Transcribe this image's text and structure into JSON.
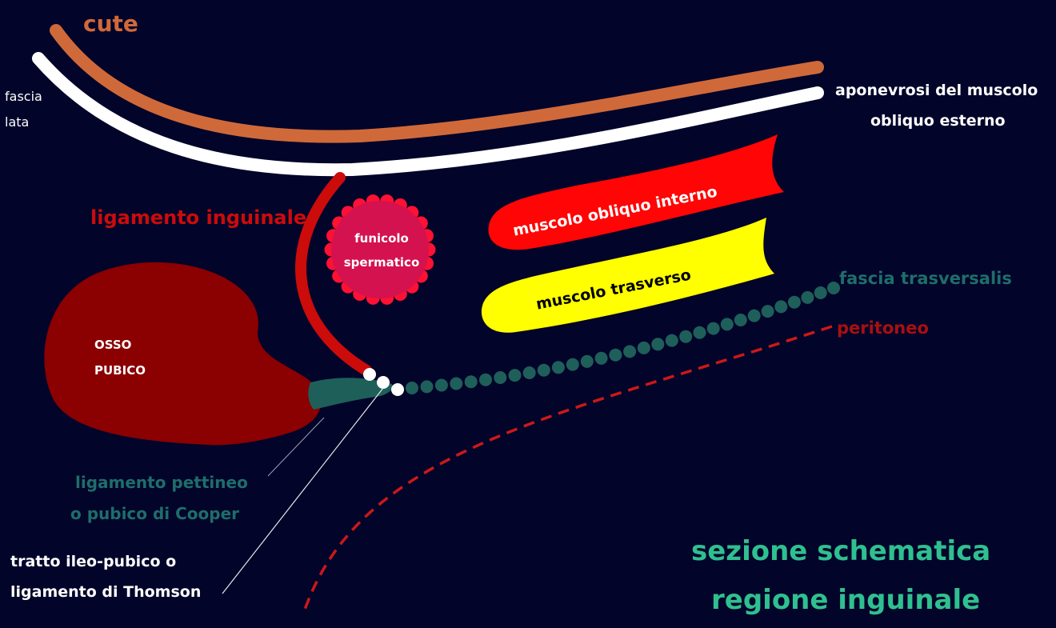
{
  "labels": {
    "cute": "cute",
    "fascia_lata_1": "fascia",
    "fascia_lata_2": "lata",
    "aponevrosi_1": "aponevrosi del muscolo",
    "aponevrosi_2": "obliquo esterno",
    "ligamento_inguinale": "ligamento inguinale",
    "funicolo_1": "funicolo",
    "funicolo_2": "spermatico",
    "obliquo_interno": "muscolo obliquo interno",
    "trasverso": "muscolo trasverso",
    "fascia_trasversalis": "fascia trasversalis",
    "peritoneo": "peritoneo",
    "osso_1": "OSSO",
    "osso_2": "PUBICO",
    "pettineo_1": "ligamento pettineo",
    "pettineo_2": "o pubico di Cooper",
    "thomson_1": "tratto ileo-pubico o",
    "thomson_2": "ligamento di Thomson",
    "title_1": "sezione schematica",
    "title_2": "regione inguinale"
  },
  "colors": {
    "background": "#02042a",
    "cute": "#d0693a",
    "fascia_lata": "#ffffff",
    "ligamento_inguinale": "#cc0b0b",
    "funicolo": "#d4124f",
    "funicolo_dots": "#ff1133",
    "obliquo_interno": "#ff0505",
    "trasverso": "#ffff00",
    "fascia_trasversalis": "#1e5f5a",
    "peritoneo": "#cc1818",
    "osso_pubico": "#8b0000",
    "title": "#2fc08f"
  }
}
